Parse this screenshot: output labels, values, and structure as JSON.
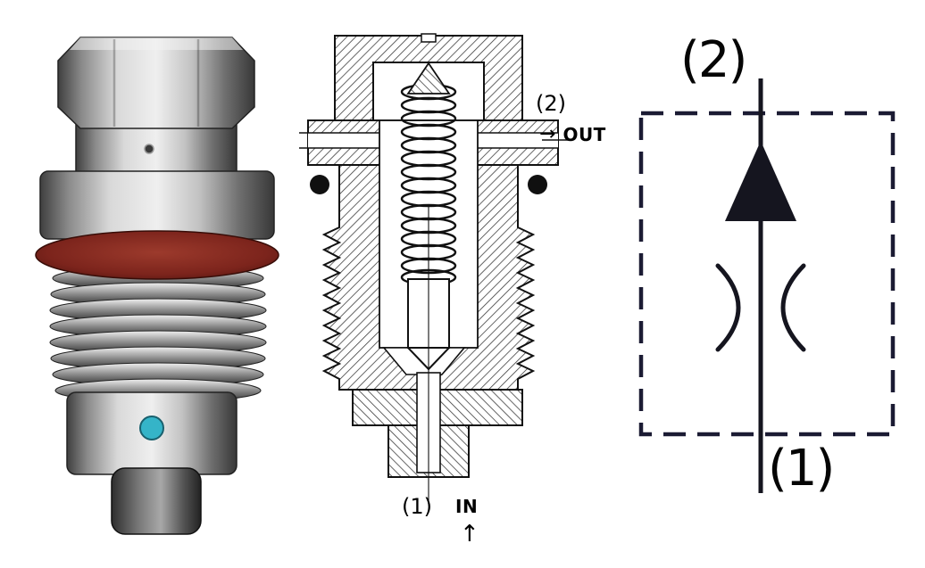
{
  "figure_title": "Check / restrictor valve cartridge: photo render, cross-section, hydraulic symbol",
  "photo": {
    "description": "3D render of threaded cartridge valve",
    "colors": {
      "oring_red": "#7c241c",
      "indicator_teal": "#35b4c8",
      "metal_light": "#efefef",
      "metal_dark": "#383838"
    }
  },
  "section": {
    "out_port": {
      "number": "(2)",
      "arrow": "→",
      "label": "OUT"
    },
    "in_port": {
      "number": "(1)",
      "label": "IN",
      "arrow": "↑"
    }
  },
  "symbol": {
    "top_port": "(2)",
    "bottom_port": "(1)",
    "line_color": "#1b1b33"
  }
}
